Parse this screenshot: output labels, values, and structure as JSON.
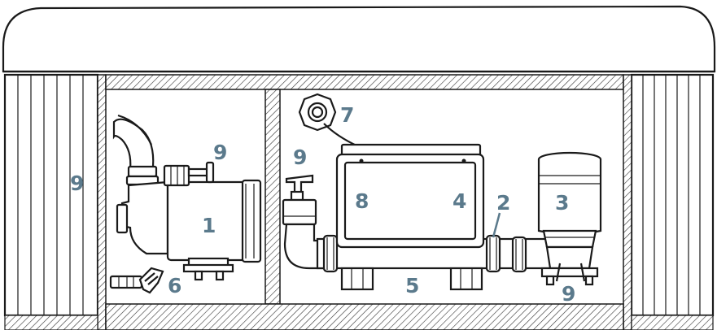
{
  "diagram": {
    "label_color": "#5b7a8c",
    "labels": {
      "pump": "1",
      "union": "2",
      "filter": "3",
      "heater_left_text": "8",
      "heater_right_text": "4",
      "pipe": "5",
      "drain_valve": "6",
      "topside_control": "7",
      "pump_bolt": "9",
      "side_panel": "9",
      "air_valve": "9",
      "filter_feet": "9"
    }
  }
}
